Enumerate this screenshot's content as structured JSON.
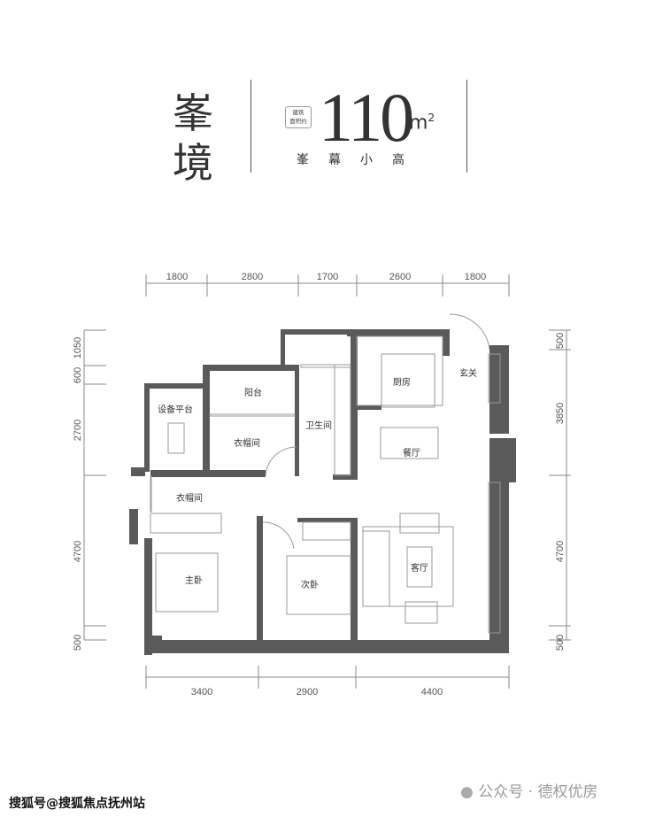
{
  "header": {
    "series_name": [
      "峯",
      "境"
    ],
    "area_label": [
      "建筑",
      "面积约"
    ],
    "area_value": "110",
    "area_unit": "m",
    "area_unit_sup": "2",
    "unit_type": "峯幕小高"
  },
  "dimensions": {
    "top": [
      "1800",
      "2800",
      "1700",
      "2600",
      "1800"
    ],
    "bottom": [
      "3400",
      "2900",
      "4400"
    ],
    "left": [
      "1050",
      "600",
      "2700",
      "4700",
      "500"
    ],
    "right": [
      "500",
      "3850",
      "4700",
      "500"
    ]
  },
  "rooms": {
    "balcony": "阳台",
    "equipment_platform": "设备平台",
    "cloakroom_upper": "衣帽间",
    "bathroom": "卫生间",
    "kitchen": "厨房",
    "entrance": "玄关",
    "dining": "餐厅",
    "cloakroom_lower": "衣帽间",
    "master_bedroom": "主卧",
    "second_bedroom": "次卧",
    "living_room": "客厅"
  },
  "watermarks": {
    "left": "搜狐号@搜狐焦点抚州站",
    "right": "公众号 · 德权优房"
  },
  "colors": {
    "wall": "#5a5a5a",
    "line": "#999999"
  }
}
